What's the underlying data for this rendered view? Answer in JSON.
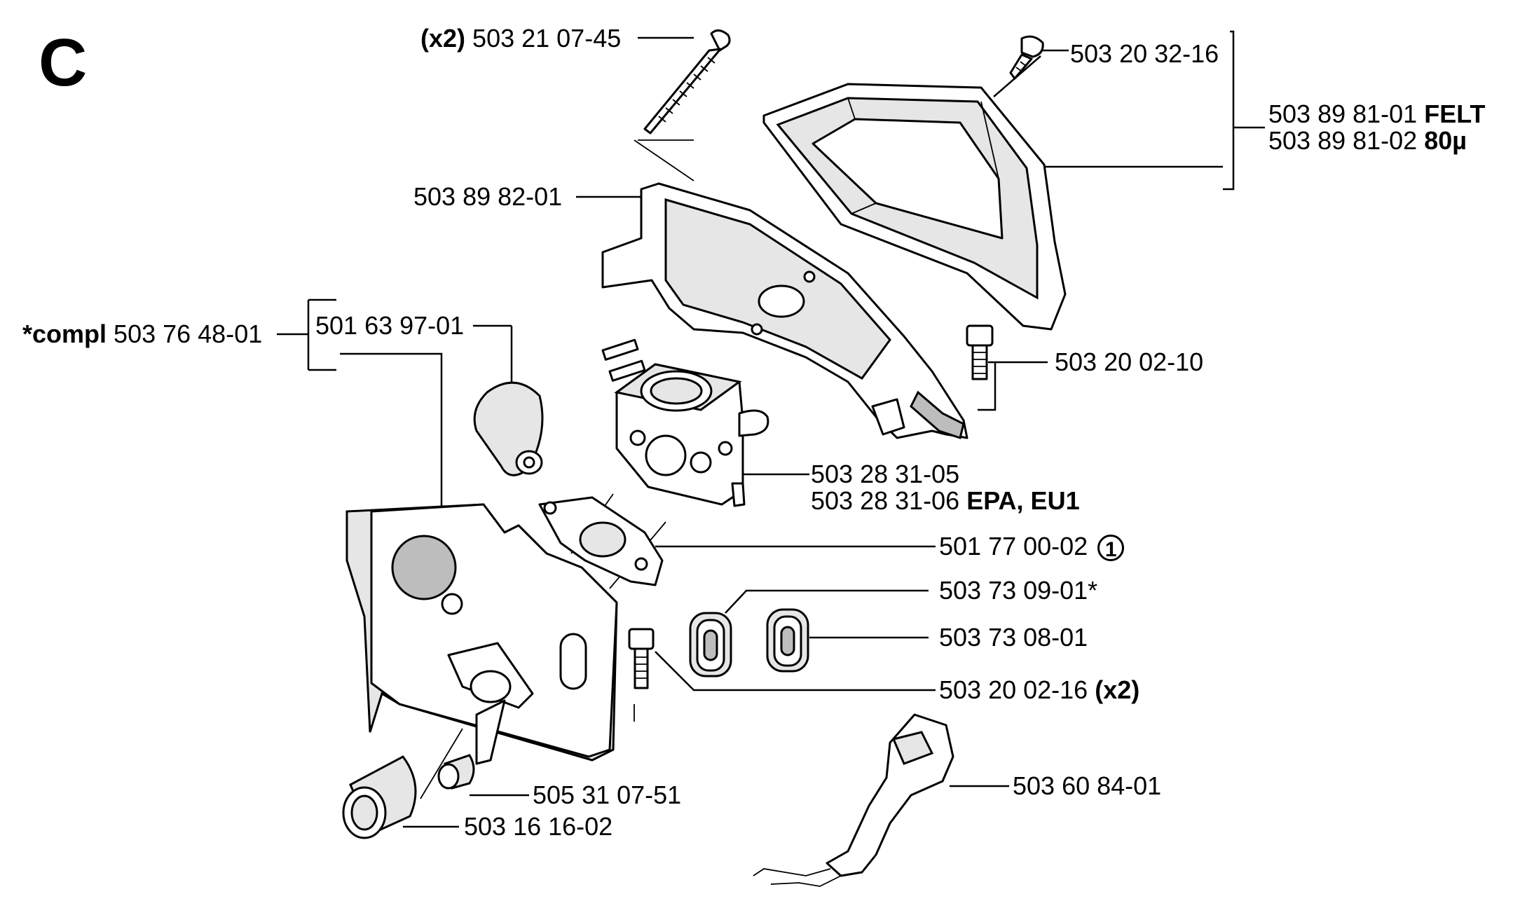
{
  "section": "C",
  "labels": {
    "screw_top": {
      "qty": "(x2)",
      "num": "503 21 07-45"
    },
    "screw_filter": "503 20 32-16",
    "filter_1": {
      "num": "503 89 81-01",
      "note": "FELT"
    },
    "filter_2": {
      "num": "503 89 81-02",
      "note": "80µ"
    },
    "gasket_top": "503 89 82-01",
    "compl": {
      "prefix": "*compl",
      "num": "503 76 48-01"
    },
    "cover": "501 63 97-01",
    "screw_right": "503 20 02-10",
    "carb_1": "503 28 31-05",
    "carb_2": {
      "num": "503 28 31-06",
      "note": "EPA, EU1"
    },
    "gasket_carb": {
      "num": "501 77 00-02",
      "mark": "1"
    },
    "grommet_1": "503 73 09-01*",
    "grommet_2": "503 73 08-01",
    "screw_bottom": {
      "num": "503 20 02-16",
      "qty": "(x2)"
    },
    "sleeve_small": "505 31 07-51",
    "sleeve_big": "503 16 16-02",
    "link": "503 60 84-01"
  }
}
